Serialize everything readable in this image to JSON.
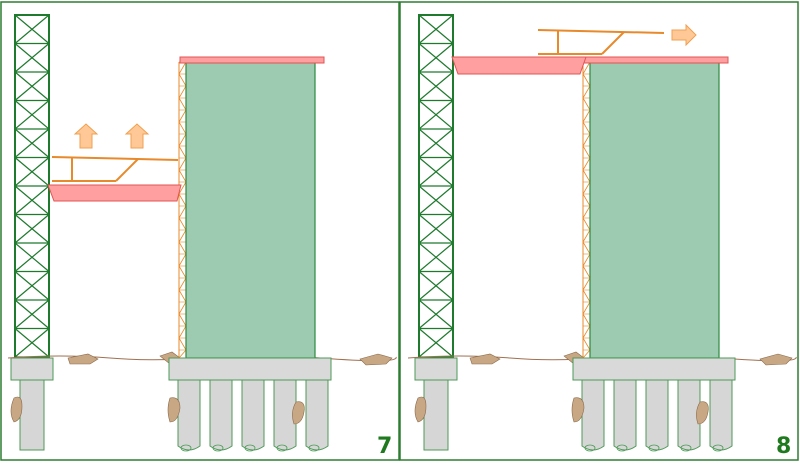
{
  "panels": [
    {
      "id": "panel-7",
      "step_label": "7",
      "pile_count": 5,
      "motion": "up"
    },
    {
      "id": "panel-8",
      "step_label": "8",
      "pile_count": 5,
      "motion": "right"
    }
  ],
  "colors": {
    "frame": "#2e7d32",
    "tower": "#1f7a2e",
    "pier": "#9ccbb2",
    "pier_edge": "#2d8a3e",
    "scaffold": "#e8892b",
    "deck": "#ff9f9f",
    "deck_edge": "#e05555",
    "launcher": "#e8892b",
    "arrow": "#ffc896",
    "arrow_edge": "#f0a050",
    "footing": "#d9d9d9",
    "footing_edge": "#4d9a57",
    "pile": "#d6d6d6",
    "pile_edge": "#4d9a57",
    "rock": "#c8a785",
    "ground": "#a07050",
    "label": "#1f7a1f"
  }
}
